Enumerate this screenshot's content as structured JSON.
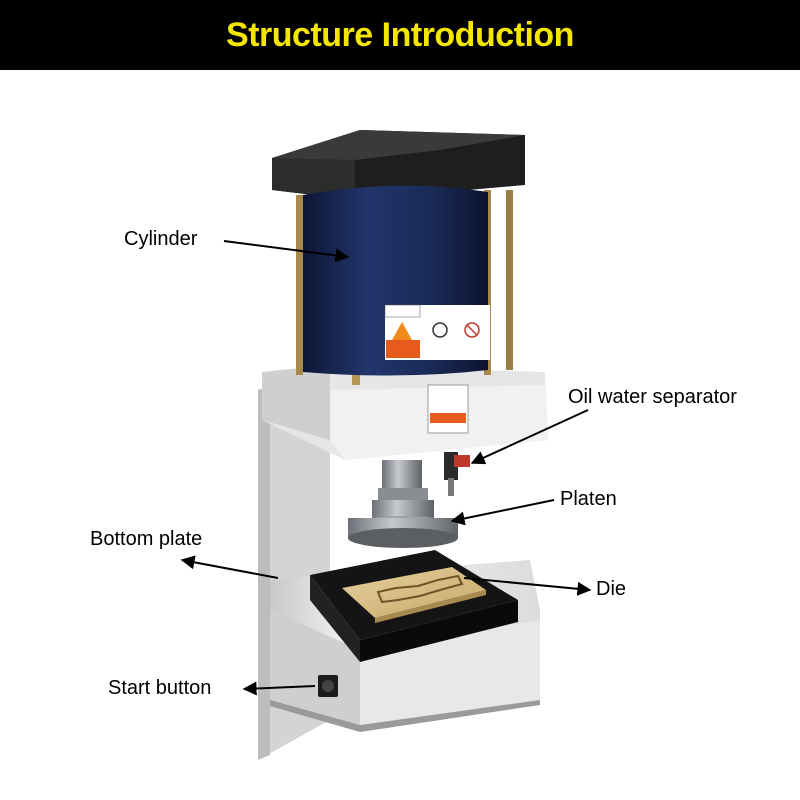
{
  "header": {
    "title": "Structure Introduction"
  },
  "labels": {
    "cylinder": "Cylinder",
    "oil_water_separator": "Oil water separator",
    "platen": "Platen",
    "bottom_plate": "Bottom plate",
    "die": "Die",
    "start_button": "Start button"
  },
  "colors": {
    "banner_bg": "#000000",
    "title_color": "#f4e600",
    "cylinder_blue": "#1a2a57",
    "frame_white": "#e9e9e9",
    "cap_black": "#1e1e1e"
  }
}
